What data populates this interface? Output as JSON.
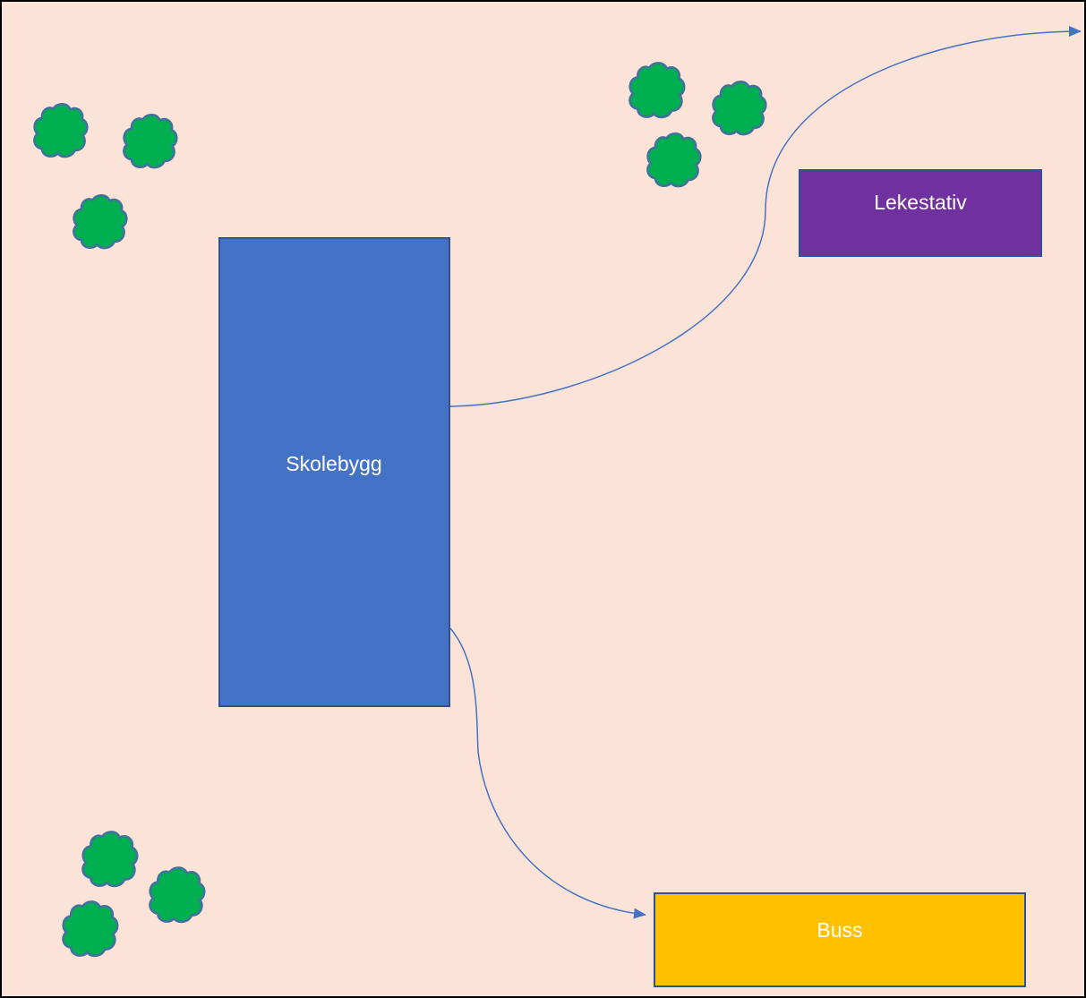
{
  "diagram": {
    "background_color": "#fbe3d7",
    "border_color": "#000000",
    "tree_fill": "#00b050",
    "tree_outline": "#41719c",
    "arrow_color": "#4472c4"
  },
  "buildings": {
    "school": {
      "label": "Skolebygg",
      "fill": "#4472c4",
      "stroke": "#2f528f",
      "text_color": "#ffffff"
    },
    "playground": {
      "label": "Lekestativ",
      "fill": "#7030a0",
      "stroke": "#2f528f",
      "text_color": "#ffffff"
    },
    "bus": {
      "label": "Buss",
      "fill": "#ffc000",
      "stroke": "#2f528f",
      "text_color": "#ffffff"
    }
  },
  "tree_groups": [
    {
      "name": "trees-top-left",
      "count": 3
    },
    {
      "name": "trees-top-center",
      "count": 3
    },
    {
      "name": "trees-bottom-left",
      "count": 3
    }
  ]
}
